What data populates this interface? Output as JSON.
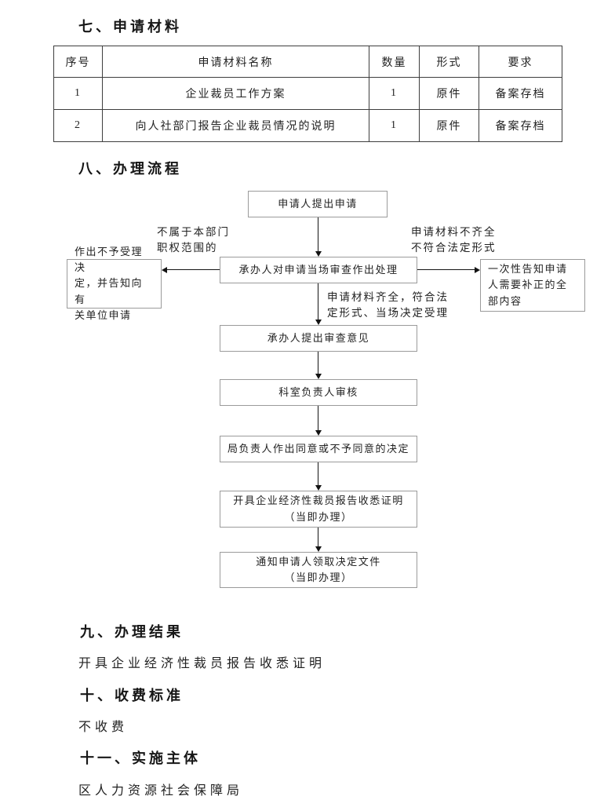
{
  "colors": {
    "page_background": "#ffffff",
    "text": "#222222",
    "table_border": "#3e3e3e",
    "flow_box_border": "#9b9b9b",
    "arrow": "#131313"
  },
  "sections": {
    "materials": {
      "title": "七、申请材料",
      "table": {
        "headers": [
          "序号",
          "申请材料名称",
          "数量",
          "形式",
          "要求"
        ],
        "rows": [
          [
            "1",
            "企业裁员工作方案",
            "1",
            "原件",
            "备案存档"
          ],
          [
            "2",
            "向人社部门报告企业裁员情况的说明",
            "1",
            "原件",
            "备案存档"
          ]
        ]
      }
    },
    "process": {
      "title": "八、办理流程",
      "flowchart": {
        "nodes": {
          "start": "申请人提出申请",
          "onsite_review": "承办人对申请当场审查作出处理",
          "reject": "作出不予受理决\n定，并告知向有\n关单位申请",
          "notify_correction": "一次性告知申请\n人需要补正的全\n部内容",
          "review_opinion": "承办人提出审查意见",
          "section_chief_review": "科室负责人审核",
          "bureau_decision": "局负责人作出同意或不予同意的决定",
          "issue_certificate": "开具企业经济性裁员报告收悉证明\n（当即办理）",
          "notify_pickup": "通知申请人领取决定文件\n（当即办理）"
        },
        "branch_labels": {
          "left": "不属于本部门\n职权范围的",
          "right": "申请材料不齐全\n不符合法定形式",
          "down": "申请材料齐全，符合法\n定形式、当场决定受理"
        }
      }
    },
    "result": {
      "title": "九、办理结果",
      "body": "开具企业经济性裁员报告收悉证明"
    },
    "fee": {
      "title": "十、收费标准",
      "body": "不收费"
    },
    "implementer": {
      "title": "十一、实施主体",
      "body": "区人力资源社会保障局"
    }
  }
}
